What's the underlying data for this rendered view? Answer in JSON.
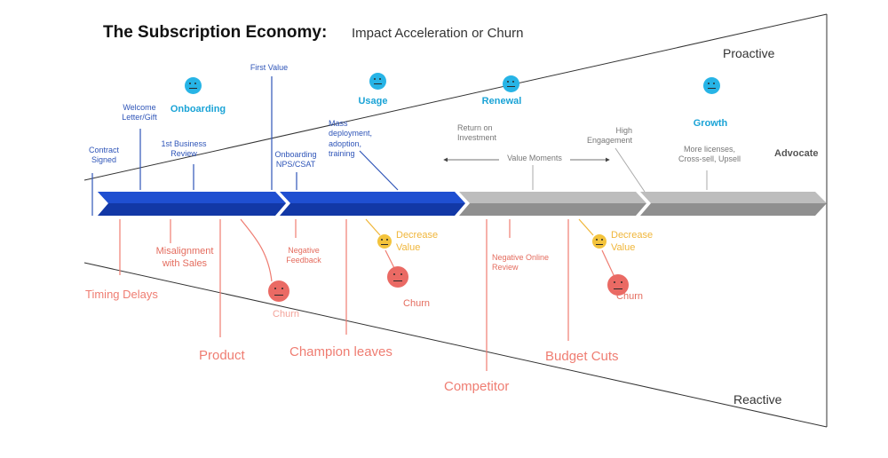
{
  "title": {
    "main": "The Subscription Economy:",
    "sub": "Impact Acceleration or Churn"
  },
  "zones": {
    "proactive": "Proactive",
    "reactive": "Reactive"
  },
  "stages": {
    "onboarding": "Onboarding",
    "usage": "Usage",
    "renewal": "Renewal",
    "growth": "Growth",
    "advocate": "Advocate"
  },
  "positive_events": {
    "contract_signed": "Contract\nSigned",
    "welcome_letter": "Welcome\nLetter/Gift",
    "first_business_review": "1st Business\nReview",
    "first_value": "First Value",
    "onboarding_nps": "Onboarding\nNPS/CSAT",
    "mass_deployment": "Mass\ndeployment,\nadoption,\ntraining",
    "return_on_investment": "Return on\nInvestment",
    "value_moments": "Value Moments",
    "high_engagement": "High\nEngagement",
    "more_licenses": "More licenses,\nCross-sell, Upsell"
  },
  "negative_events": {
    "timing_delays": "Timing Delays",
    "misalignment": "Misalignment\nwith Sales",
    "product": "Product",
    "churn_1": "Churn",
    "negative_feedback": "Negative\nFeedback",
    "champion_leaves": "Champion leaves",
    "decrease_value_1": "Decrease\nValue",
    "churn_2": "Churn",
    "competitor": "Competitor",
    "negative_online_review": "Negative Online\nReview",
    "budget_cuts": "Budget Cuts",
    "decrease_value_2": "Decrease\nValue",
    "churn_3": "Churn"
  },
  "colors": {
    "arrow_blue_top": "#1f4fd1",
    "arrow_blue_bottom": "#1238a6",
    "arrow_grey_top": "#bdbdbd",
    "arrow_grey_bottom": "#8f8f8f",
    "positive_text": "#2f55b8",
    "stage_title": "#1aa3d6",
    "negative_text": "#ef7d72",
    "warning": "#f0b63a",
    "happy_face": "#27b4e6",
    "neutral_face": "#f3c33c",
    "sad_face": "#ea6a64"
  },
  "icons": [
    "happy-face-icon",
    "neutral-face-icon",
    "sad-face-icon",
    "double-arrow-icon"
  ]
}
